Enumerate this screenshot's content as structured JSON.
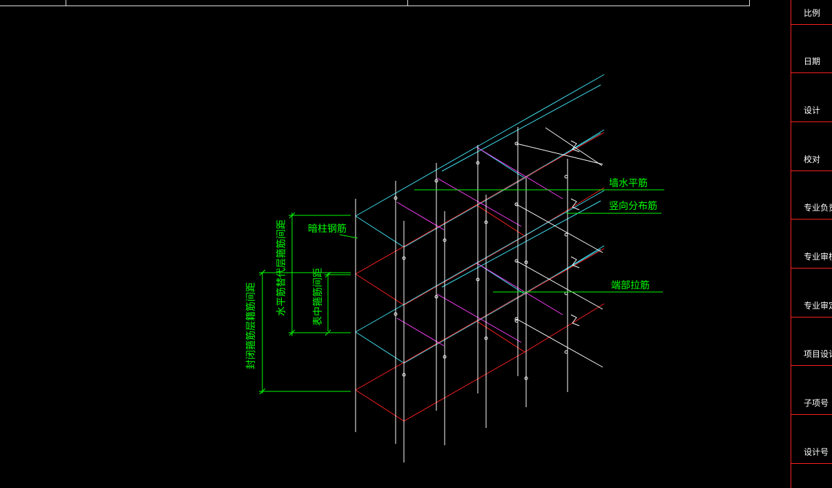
{
  "diagram": {
    "labels": {
      "wall_horizontal": "墙水平筋",
      "vertical_distribution": "竖向分布筋",
      "end_tie": "端部拉筋",
      "hidden_column": "暗柱钢筋",
      "dim_outer": "封闭箍筋层籍筋间距",
      "dim_middle": "水平筋替代层箍筋间距",
      "dim_inner": "表中箍筋间距"
    },
    "colors": {
      "cyan_layer": "#40e0f0",
      "red_layer": "#ff2020",
      "magenta_ties": "#ff40ff",
      "white_bars": "#ffffff",
      "green_annot": "#00ff00"
    }
  },
  "title_block": {
    "items": [
      "比例",
      "日期",
      "设计",
      "校对",
      "专业负责",
      "专业审核",
      "专业审定",
      "项目设计",
      "子项号",
      "设计号"
    ]
  }
}
